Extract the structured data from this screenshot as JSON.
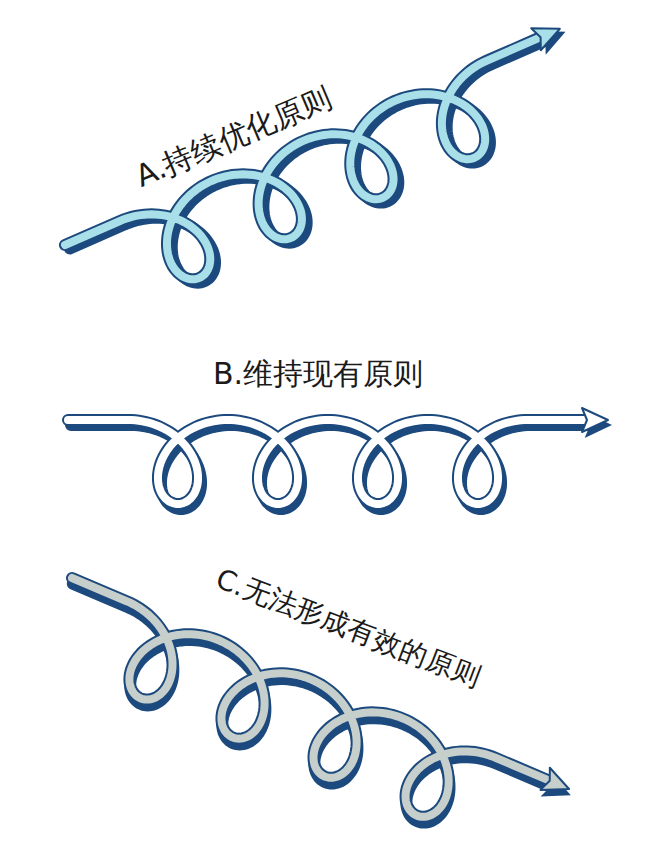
{
  "diagram": {
    "labels": [
      "A.持续优化原则",
      "B.维持现有原则",
      "C.无法形成有效的原则"
    ]
  }
}
